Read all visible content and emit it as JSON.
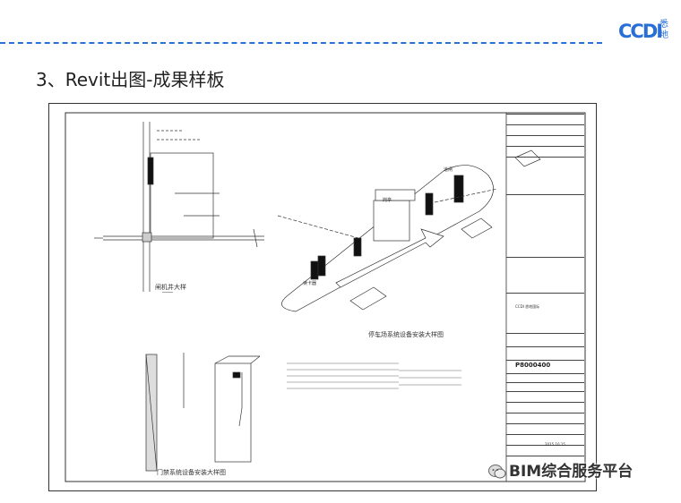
{
  "header": {
    "logo_text": "CCDI",
    "logo_cn": "悉地",
    "accent_color": "#2a6fd6"
  },
  "page": {
    "title": "3、Revit出图-成果样板"
  },
  "drawing": {
    "label_turnstile": "闸机井大样",
    "label_parking": "停车场系统设备安装大样图",
    "label_access": "门禁系统设备安装大样图",
    "note_card_reader": "读卡器",
    "note_guard_booth": "岗亭",
    "note_barrier": "道闸",
    "title_block": {
      "drawing_no": "P8000400",
      "date": "2015.10.15",
      "company": "CCDI 悉地国际"
    }
  },
  "watermark": {
    "text": "BIM综合服务平台",
    "icon": "wechat-icon"
  }
}
